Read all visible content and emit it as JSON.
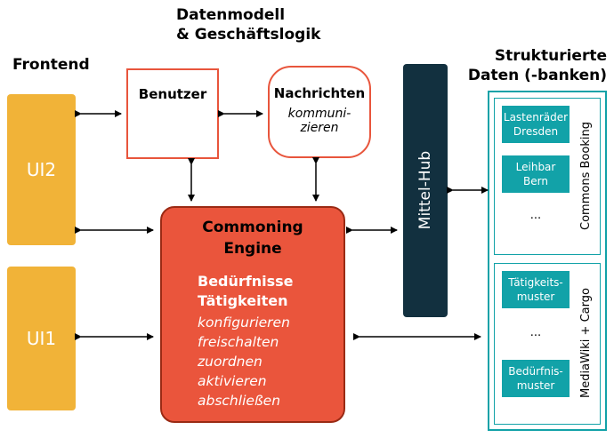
{
  "headings": {
    "frontend": "Frontend",
    "datamodel_line1": "Datenmodell",
    "datamodel_line2": "& Geschäftslogik",
    "structured_line1": "Strukturierte",
    "structured_line2": "Daten (-banken)"
  },
  "frontend": {
    "ui2": "UI2",
    "ui1": "UI1"
  },
  "model": {
    "benutzer": "Benutzer",
    "nachrichten_title": "Nachrichten",
    "nachrichten_sub1": "kommuni-",
    "nachrichten_sub2": "zieren"
  },
  "engine": {
    "title1": "Commoning",
    "title2": "Engine",
    "entity1": "Bedürfnisse",
    "entity2": "Tätigkeiten",
    "actions": [
      "konfigurieren",
      "freischalten",
      "zuordnen",
      "aktivieren",
      "abschließen"
    ]
  },
  "hub": {
    "label": "Mittel-Hub"
  },
  "databases": {
    "commons_booking": {
      "label": "Commons Booking",
      "items": [
        {
          "line1": "Lastenräder",
          "line2": "Dresden"
        },
        {
          "line1": "Leihbar",
          "line2": "Bern"
        }
      ],
      "ellipsis": "..."
    },
    "mediawiki": {
      "label": "MediaWiki + Cargo",
      "items": [
        {
          "line1": "Tätigkeits-",
          "line2": "muster"
        },
        {
          "line1": "Bedürfnis-",
          "line2": "muster"
        }
      ],
      "ellipsis": "..."
    }
  },
  "colors": {
    "ui": "#f1b338",
    "model_border": "#e8553c",
    "engine_fill": "#ea553c",
    "engine_border": "#9a2a14",
    "hub": "#12303f",
    "teal": "#12a2a8"
  }
}
